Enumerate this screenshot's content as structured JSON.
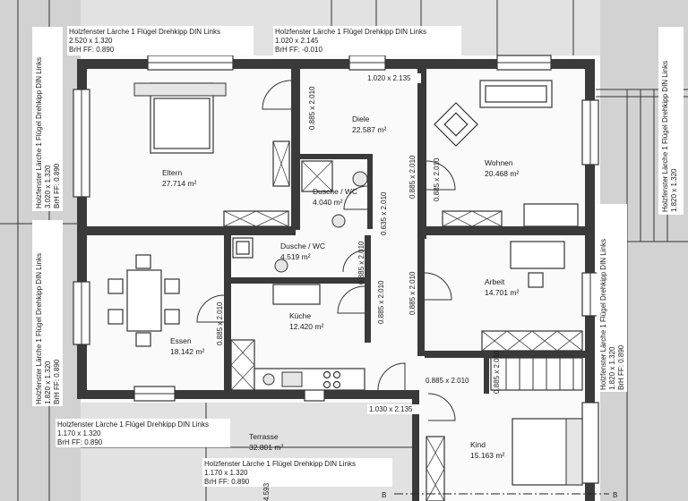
{
  "rooms": {
    "eltern": {
      "name": "Eltern",
      "area": "27.714 m²"
    },
    "diele": {
      "name": "Diele",
      "area": "22.587 m²"
    },
    "dusche_wc_1": {
      "name": "Dusche / WC",
      "area": "4.040 m²"
    },
    "wohnen": {
      "name": "Wohnen",
      "area": "20.468 m²"
    },
    "dusche_wc_2": {
      "name": "Dusche / WC",
      "area": "4.519 m²"
    },
    "arbeit": {
      "name": "Arbeit",
      "area": "14.701 m²"
    },
    "essen": {
      "name": "Essen",
      "area": "18.142 m²"
    },
    "kueche": {
      "name": "Küche",
      "area": "12.420 m²"
    },
    "kind": {
      "name": "Kind",
      "area": "15.163 m²"
    },
    "terrasse": {
      "name": "Terrasse",
      "area": "32.801 m²"
    }
  },
  "window_labels": {
    "top_left": {
      "type": "Holzfenster Lärche 1 Flügel Drehkipp DIN Links",
      "size": "2.520 x 1.320",
      "brh": "BrH FF: 0.890"
    },
    "top_center": {
      "type": "Holzfenster Lärche 1 Flügel Drehkipp DIN Links",
      "size": "1.020 x 2.145",
      "brh": "BrH FF: -0.010"
    },
    "left_upper": {
      "type": "Holzfenster Lärche 1 Flügel Drehkipp DIN Links",
      "size": "3.020 x 1.320",
      "brh": "BrH FF: 0.890"
    },
    "left_lower": {
      "type": "Holzfenster Lärche 1 Flügel Drehkipp DIN Links",
      "size": "1.820 x 1.320",
      "brh": "BrH FF: 0.890"
    },
    "right_upper": {
      "type": "Holzfenster Lärche 1 Flügel Drehkipp DIN Links",
      "size": "1.820 x 1.320"
    },
    "right_lower": {
      "type": "Holzfenster Lärche 1 Flügel Drehkipp DIN Links",
      "size": "1.820 x 1.320",
      "brh": "BrH FF: 0.890"
    },
    "bottom_left": {
      "type": "Holzfenster Lärche 1 Flügel Drehkipp DIN Links",
      "size": "1.170 x 1.320",
      "brh": "BrH FF: 0.890"
    },
    "bottom_center": {
      "type": "Holzfenster Lärche 1 Flügel Drehkipp DIN Links",
      "size": "1.170 x 1.320",
      "brh": "BrH FF: 0.890"
    }
  },
  "dimensions": {
    "d_1020x2135_top": "1.020 x 2.135",
    "d_0885_eltern": "0.885 x 2.010",
    "d_0885_wohnen": "0.885 x 2.010",
    "d_0635_dusche": "0.635 x 2.010",
    "d_0885_hall": "0.885 x 2.010",
    "d_0885_wc2": "0.885 x 2.010",
    "d_0885_kueche": "0.885 x 2.010",
    "d_0885_essen": "0.885 x 2.010",
    "d_0885_arbeit": "0.885 x 2.010",
    "d_0885_kind": "0.885 x 2.010",
    "d_0885_stair": "0.885 x 2.010",
    "d_1030x2135_bottom": "1.030 x 2.135",
    "d_4593": "4.593",
    "section_b_left": "B",
    "section_b_right": "B"
  }
}
